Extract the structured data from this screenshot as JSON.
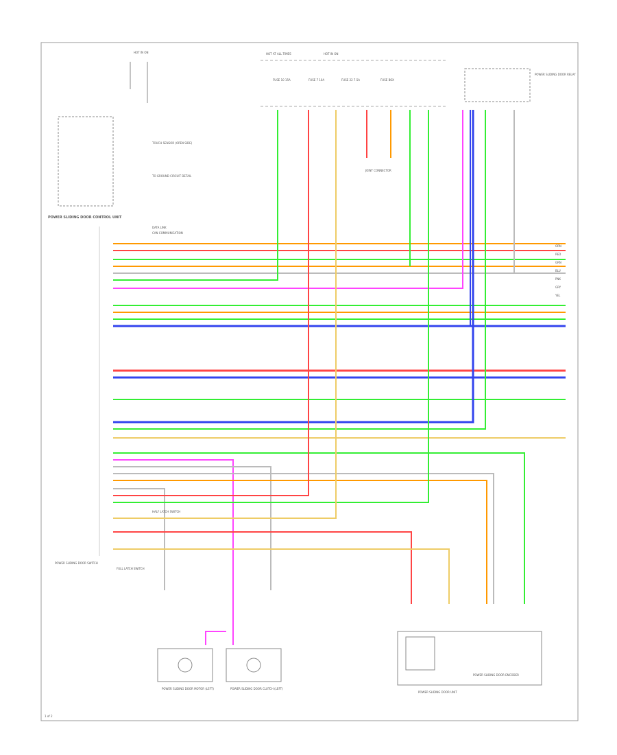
{
  "page": {
    "footer_code": "1 of 2"
  },
  "top_supply": {
    "left_label": "HOT IN ON",
    "mid_label_1": "HOT AT ALL TIMES",
    "mid_label_2": "HOT IN ON",
    "fuse_box_label": "FUSE BOX",
    "fuse_a": "FUSE 10 15A",
    "fuse_b": "FUSE 7 10A",
    "fuse_c": "FUSE 22 7.5A",
    "relay_label": "POWER SLIDING DOOR RELAY",
    "junction_label": "JOINT CONNECTOR"
  },
  "module": {
    "title": "POWER SLIDING DOOR CONTROL UNIT",
    "sensor_label": "TOUCH SENSOR (OPEN SIDE)",
    "ground_label": "TO GROUND CIRCUIT DETAIL",
    "bus_label_1": "DATA LINK",
    "bus_label_2": "CAN COMMUNICATION"
  },
  "switches": {
    "half_latch": "HALF LATCH SWITCH",
    "full_latch": "FULL LATCH SWITCH",
    "slide_switch": "POWER SLIDING DOOR SWITCH"
  },
  "actuators": {
    "actuator_a": "POWER SLIDING DOOR MOTOR (LEFT)",
    "actuator_b": "POWER SLIDING DOOR CLUTCH (LEFT)",
    "motor_unit": "POWER SLIDING DOOR UNIT",
    "encoder": "POWER SLIDING DOOR ENCODER"
  },
  "wires": [
    {
      "color": "#ff9900",
      "label": "ORN"
    },
    {
      "color": "#ff4444",
      "label": "RED"
    },
    {
      "color": "#33ee33",
      "label": "GRN"
    },
    {
      "color": "#3344ee",
      "label": "BLU"
    },
    {
      "color": "#ff44ff",
      "label": "PNK"
    },
    {
      "color": "#bbbbbb",
      "label": "GRY"
    },
    {
      "color": "#eecc66",
      "label": "YEL"
    }
  ]
}
